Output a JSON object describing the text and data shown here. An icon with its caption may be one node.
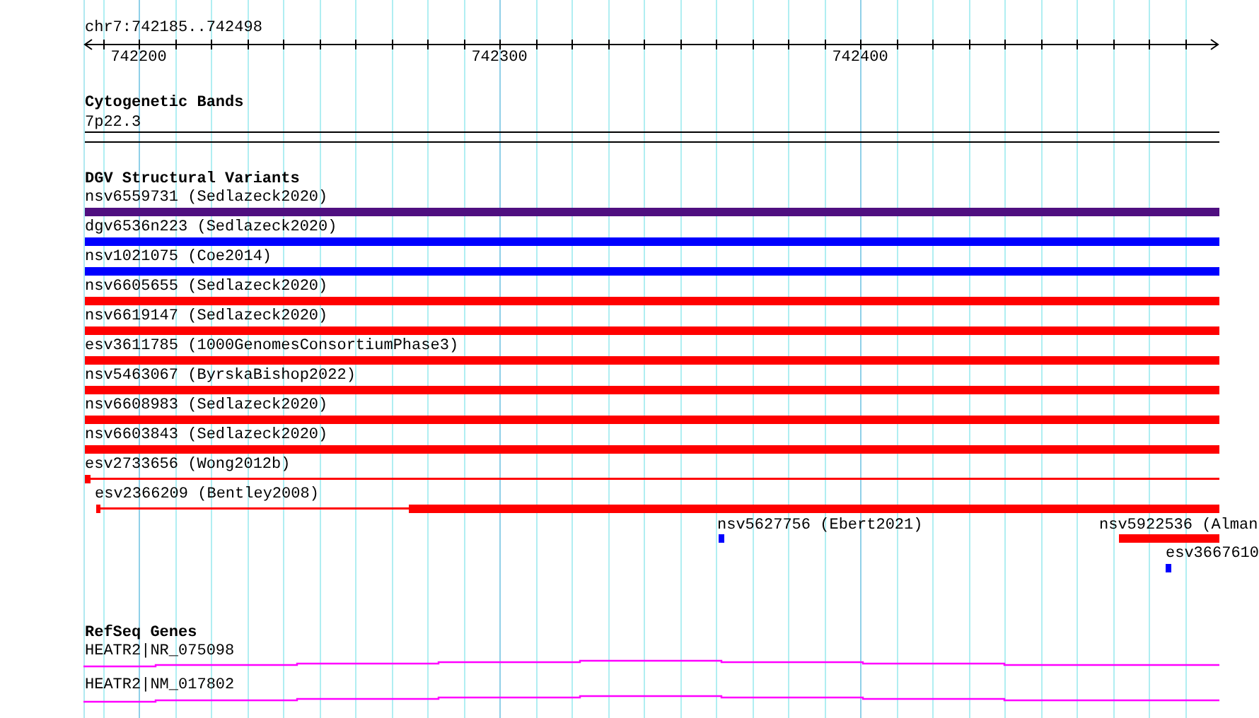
{
  "diagram": {
    "labels": [
      "chr7:742185..742498",
      "742200",
      "742300",
      "742400",
      "Cytogenetic Bands",
      "7p22.3",
      "DGV Structural Variants",
      "nsv6559731 (Sedlazeck2020)",
      "dgv6536n223 (Sedlazeck2020)",
      "nsv1021075 (Coe2014)",
      "nsv6605655 (Sedlazeck2020)",
      "nsv6619147 (Sedlazeck2020)",
      "esv3611785 (1000GenomesConsortiumPhase3)",
      "nsv5463067 (ByrskaBishop2022)",
      "nsv6608983 (Sedlazeck2020)",
      "nsv6603843 (Sedlazeck2020)",
      "esv2733656 (Wong2012b)",
      "esv2366209 (Bentley2008)",
      "nsv5627756 (Ebert2021)",
      "nsv5922536 (Alman",
      "esv3667610",
      "RefSeq Genes",
      "HEATR2|NR_075098",
      "HEATR2|NM_017802"
    ]
  }
}
